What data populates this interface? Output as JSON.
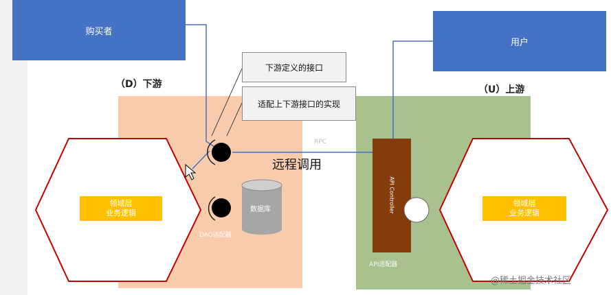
{
  "actors": {
    "buyer": "购买者",
    "user": "用户"
  },
  "zones": {
    "downstream": "（D）下游",
    "upstream": "（U）上游"
  },
  "callouts": {
    "downstream_interface": "下游定义的接口",
    "adapter_impl": "适配上下游接口的实现"
  },
  "labels": {
    "remote_call": "远程调用",
    "rpc": "RPC",
    "database": "数据库",
    "adapter_faint": "DAO适配器",
    "api_adapter": "API适配器",
    "api_controller": "API Controller"
  },
  "hexagons": {
    "left_line1": "领域层",
    "left_line2": "业务逻辑",
    "right_line1": "领域层",
    "right_line2": "业务逻辑"
  },
  "watermark": "@稀土掘金技术社区",
  "colors": {
    "actor": "#4472c4",
    "downstream_zone": "#f8cbad",
    "upstream_zone": "#a9c08f",
    "hexagon_border": "#c00000",
    "domain_label": "#ffc000",
    "controller": "#843c0c",
    "database": "#a6a6a6",
    "connector": "#4472c4"
  }
}
